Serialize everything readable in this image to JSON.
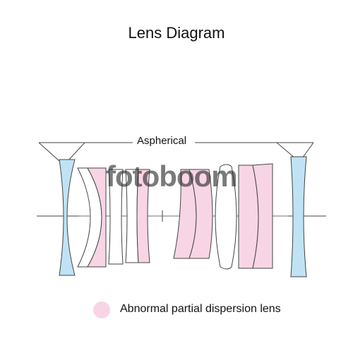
{
  "title": "Lens Diagram",
  "aspherical_label": "Aspherical",
  "legend": {
    "label": "Abnormal partial dispersion lens",
    "color": "#f8d5e5"
  },
  "colors": {
    "aspherical_element": "#bfe3f5",
    "abnormal_dispersion_element": "#f8d5e5",
    "normal_element": "#ffffff",
    "outline": "#444444"
  },
  "watermark": "fotoboom"
}
